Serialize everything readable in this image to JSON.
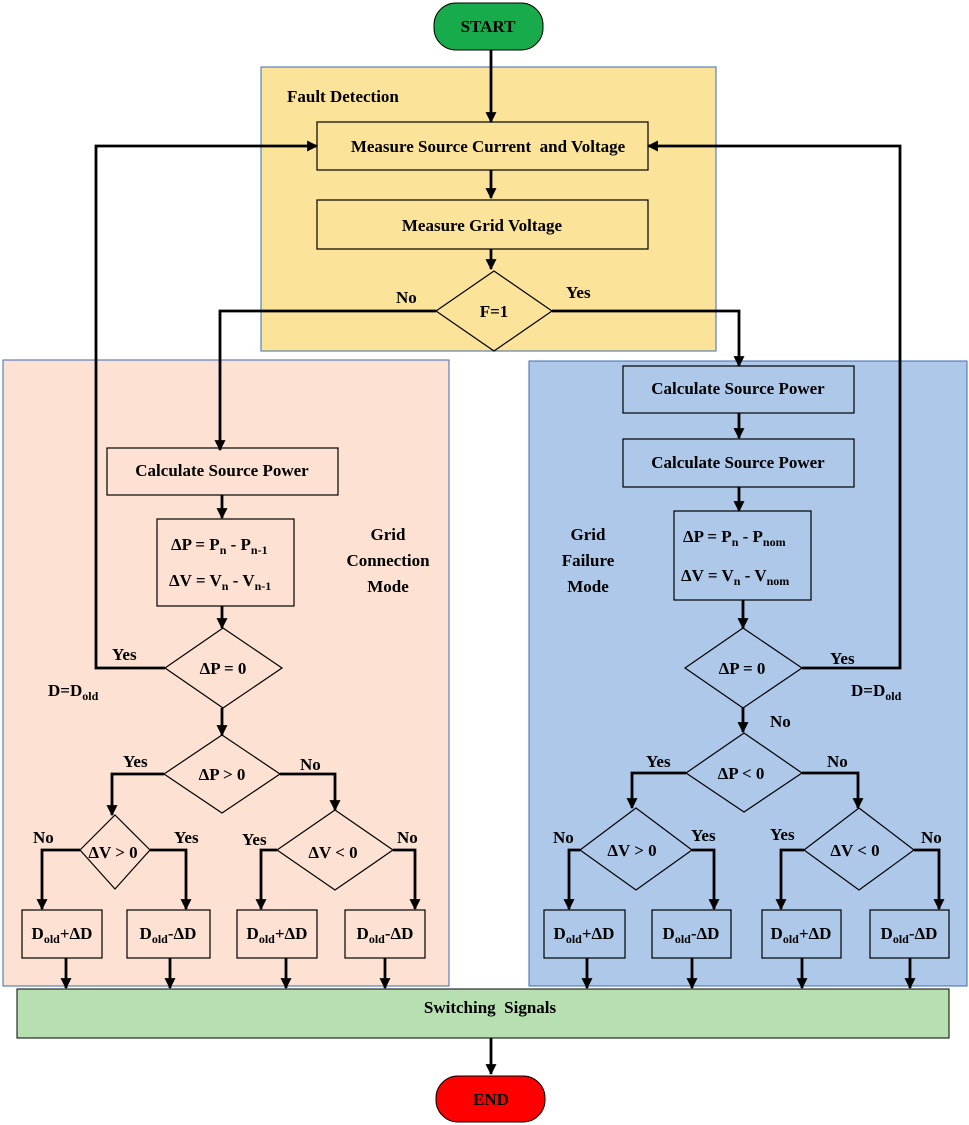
{
  "colors": {
    "start": "#18ab4b",
    "end": "#ff0000",
    "fault_panel": "#fbe49a",
    "grid_connection_panel": "#fde2d4",
    "grid_failure_panel": "#adc8e9",
    "switching_bar": "#b7e0b1",
    "panel_border": "#3b6bb3"
  },
  "start": "START",
  "end": "END",
  "fault": {
    "title": "Fault Detection",
    "measure_source": "Measure Source Current  and Voltage",
    "measure_grid": "Measure Grid Voltage",
    "decision": "F=1",
    "no": "No",
    "yes": "Yes"
  },
  "grid_connection": {
    "mode_line1": "Grid",
    "mode_line2": "Connection",
    "mode_line3": "Mode",
    "calc": "Calculate Source Power",
    "dp_prefix": "ΔP = P",
    "dp_sub1": "n",
    "dp_mid": " - P",
    "dp_sub2": "n-1",
    "dv_prefix": "ΔV = V",
    "dv_sub1": "n",
    "dv_mid": " - V",
    "dv_sub2": "n-1",
    "dp_zero": "ΔP = 0",
    "dp_zero_yes": "Yes",
    "d_old_main": "D=D",
    "d_old_sub": "old",
    "dp_sign": "ΔP > 0",
    "dp_sign_yes": "Yes",
    "dp_sign_no": "No",
    "dv_left": "ΔV > 0",
    "dv_left_no": "No",
    "dv_left_yes": "Yes",
    "dv_right": "ΔV < 0",
    "dv_right_yes": "Yes",
    "dv_right_no": "No",
    "out1_main": "D",
    "out1_sub": "old",
    "out1_tail": "+ΔD",
    "out2_main": "D",
    "out2_sub": "old",
    "out2_tail": "-ΔD",
    "out3_main": "D",
    "out3_sub": "old",
    "out3_tail": "+ΔD",
    "out4_main": "D",
    "out4_sub": "old",
    "out4_tail": "-ΔD"
  },
  "grid_failure": {
    "mode_line1": "Grid",
    "mode_line2": "Failure",
    "mode_line3": "Mode",
    "calc1": "Calculate Source Power",
    "calc2": "Calculate Source Power",
    "dp_prefix": "ΔP = P",
    "dp_sub1": "n",
    "dp_mid": " - P",
    "dp_sub2": "nom",
    "dv_prefix": "ΔV = V",
    "dv_sub1": "n",
    "dv_mid": " - V",
    "dv_sub2": "nom",
    "dp_zero": "ΔP = 0",
    "dp_zero_yes": "Yes",
    "dp_zero_no": "No",
    "d_old_main": "D=D",
    "d_old_sub": "old",
    "dp_sign": "ΔP < 0",
    "dp_sign_yes": "Yes",
    "dp_sign_no": "No",
    "dv_left": "ΔV > 0",
    "dv_left_no": "No",
    "dv_left_yes": "Yes",
    "dv_right": "ΔV < 0",
    "dv_right_yes": "Yes",
    "dv_right_no": "No",
    "out1_main": "D",
    "out1_sub": "old",
    "out1_tail": "+ΔD",
    "out2_main": "D",
    "out2_sub": "old",
    "out2_tail": "-ΔD",
    "out3_main": "D",
    "out3_sub": "old",
    "out3_tail": "+ΔD",
    "out4_main": "D",
    "out4_sub": "old",
    "out4_tail": "-ΔD"
  },
  "switching": "Switching  Signals"
}
